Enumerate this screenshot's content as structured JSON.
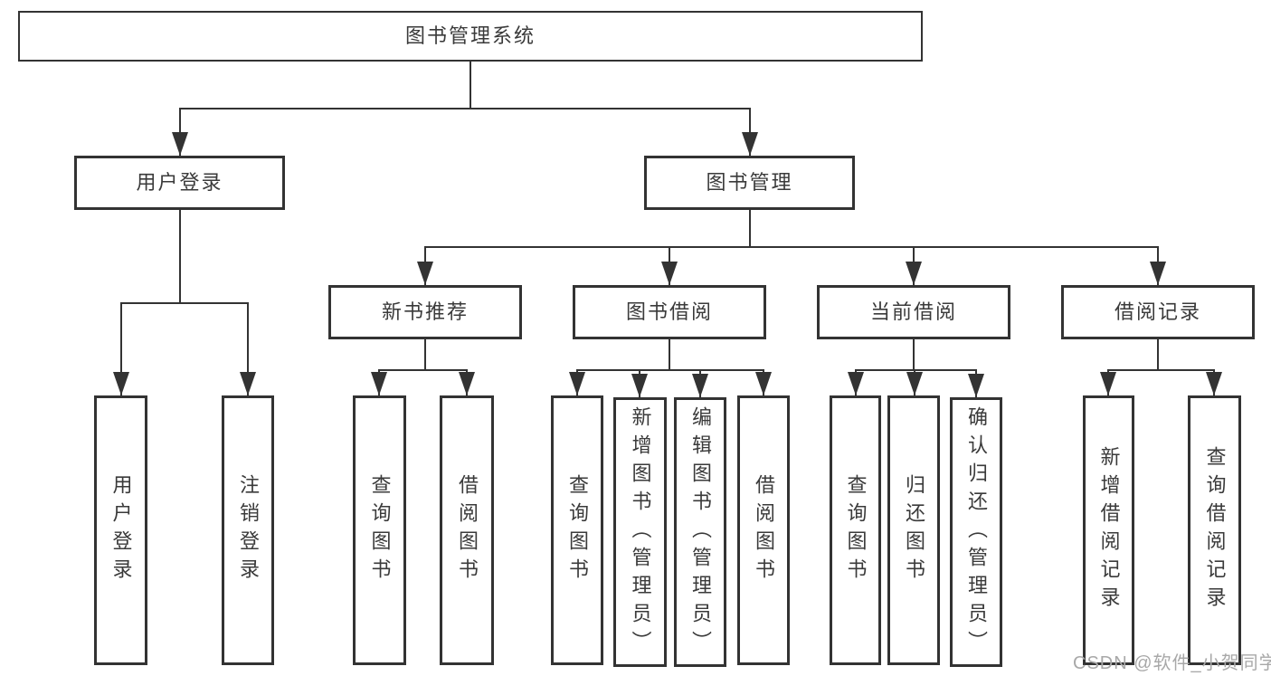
{
  "diagram": {
    "root": {
      "label": "图书管理系统"
    },
    "level2": [
      {
        "label": "用户登录"
      },
      {
        "label": "图书管理"
      }
    ],
    "level3": [
      {
        "label": "新书推荐"
      },
      {
        "label": "图书借阅"
      },
      {
        "label": "当前借阅"
      },
      {
        "label": "借阅记录"
      }
    ],
    "leaves": [
      {
        "label": "用户登录"
      },
      {
        "label": "注销登录"
      },
      {
        "label": "查询图书"
      },
      {
        "label": "借阅图书"
      },
      {
        "label": "查询图书"
      },
      {
        "label": "新增图书（管理员）"
      },
      {
        "label": "编辑图书（管理员）"
      },
      {
        "label": "借阅图书"
      },
      {
        "label": "查询图书"
      },
      {
        "label": "归还图书"
      },
      {
        "label": "确认归还（管理员）"
      },
      {
        "label": "新增借阅记录"
      },
      {
        "label": "查询借阅记录"
      }
    ]
  },
  "watermark": {
    "text": "CSDN @软件_小贺同学"
  },
  "colors": {
    "line": "#333333",
    "text": "#3a3a3a",
    "background": "#ffffff",
    "watermark": "#a8a8a8"
  }
}
